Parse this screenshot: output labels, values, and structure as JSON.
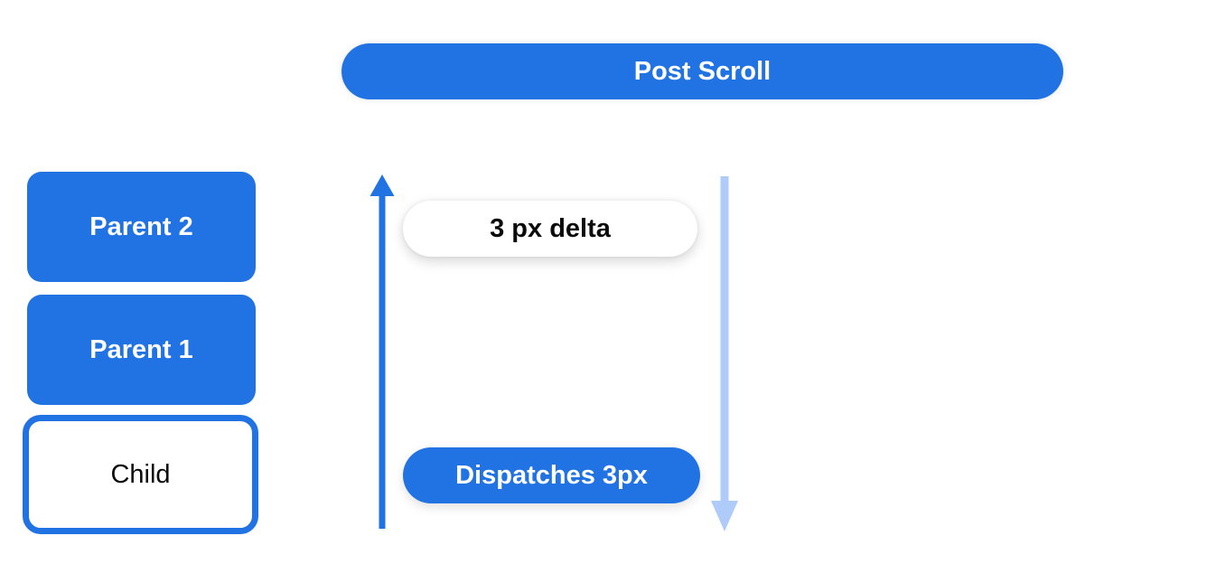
{
  "colors": {
    "primary_blue": "#2173e4",
    "light_blue": "#aecbfa",
    "text_dark": "#0b0b0c",
    "text_light": "#ffffff",
    "background": "#ffffff"
  },
  "header": {
    "post_scroll_label": "Post Scroll"
  },
  "widget_tree": {
    "boxes": [
      {
        "id": "parent-2",
        "label": "Parent 2",
        "style": "filled"
      },
      {
        "id": "parent-1",
        "label": "Parent 1",
        "style": "filled"
      },
      {
        "id": "child",
        "label": "Child",
        "style": "outlined"
      }
    ]
  },
  "flow": {
    "up_arrow": {
      "direction": "up",
      "color": "#2173e4",
      "meaning": "notification bubbles up"
    },
    "down_arrow": {
      "direction": "down",
      "color": "#aecbfa",
      "meaning": "scroll delta travels down"
    },
    "delta_label": "3 px delta",
    "dispatch_label": "Dispatches 3px"
  }
}
